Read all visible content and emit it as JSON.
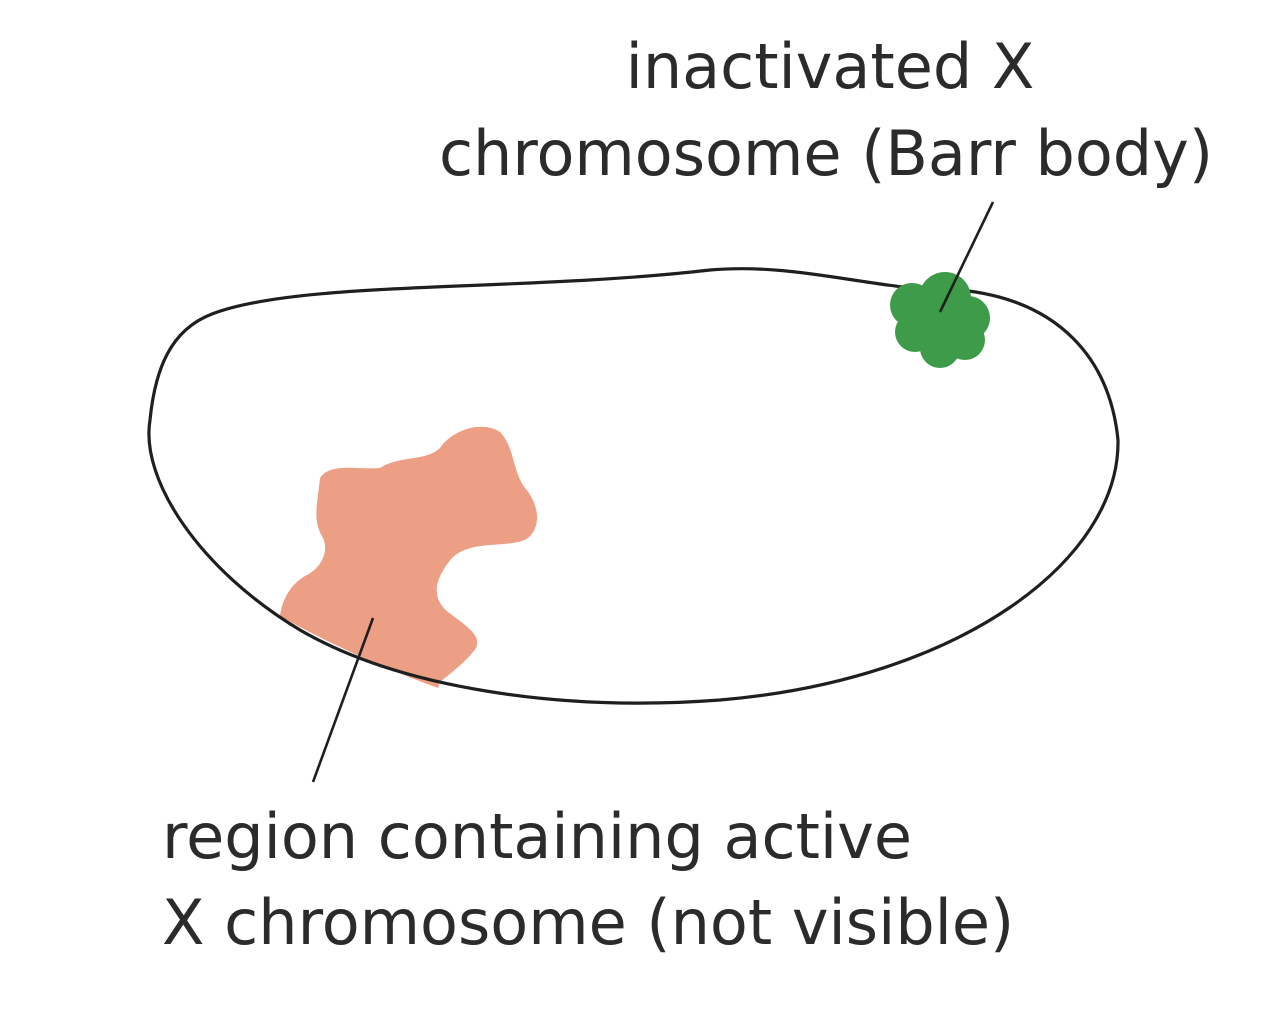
{
  "labels": {
    "barr_body_line1": "inactivated X",
    "barr_body_line2": "chromosome (Barr body)",
    "active_x_line1": "region containing active",
    "active_x_line2": "X chromosome (not visible)"
  },
  "colors": {
    "background": "#ffffff",
    "outline": "#1f1f1f",
    "barr_body": "#3d9b4a",
    "active_region": "#ec9f85",
    "text": "#2b2b2b"
  }
}
